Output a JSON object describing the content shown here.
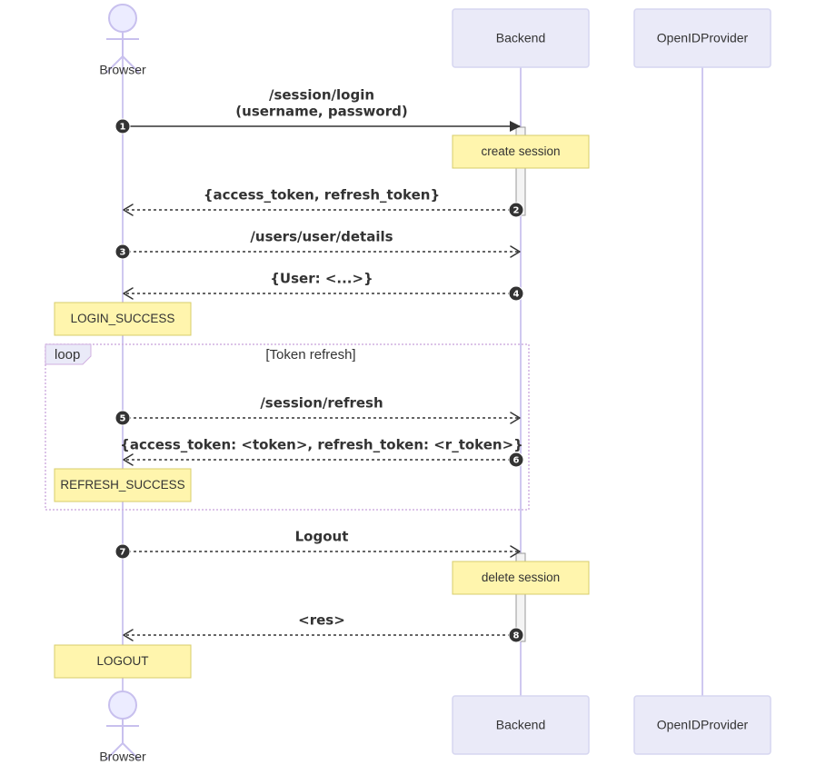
{
  "participants": {
    "browser": {
      "label": "Browser",
      "kind": "actor-icon"
    },
    "backend": {
      "label": "Backend"
    },
    "openid": {
      "label": "OpenIDProvider"
    }
  },
  "messages": [
    {
      "number": "1",
      "lines": [
        "/session/login",
        "(username, password)"
      ],
      "from": "browser",
      "to": "backend",
      "style": "solid"
    },
    {
      "number": "2",
      "lines": [
        "{access_token, refresh_token}"
      ],
      "from": "backend",
      "to": "browser",
      "style": "dashed"
    },
    {
      "number": "3",
      "lines": [
        "/users/user/details"
      ],
      "from": "browser",
      "to": "backend",
      "style": "dashed"
    },
    {
      "number": "4",
      "lines": [
        "{User: <...>}"
      ],
      "from": "backend",
      "to": "browser",
      "style": "dashed"
    },
    {
      "number": "5",
      "lines": [
        "/session/refresh"
      ],
      "from": "browser",
      "to": "backend",
      "style": "dashed"
    },
    {
      "number": "6",
      "lines": [
        "{access_token: <token>, refresh_token: <r_token>}"
      ],
      "from": "backend",
      "to": "browser",
      "style": "dashed"
    },
    {
      "number": "7",
      "lines": [
        "Logout"
      ],
      "from": "browser",
      "to": "backend",
      "style": "dashed"
    },
    {
      "number": "8",
      "lines": [
        "<res>"
      ],
      "from": "backend",
      "to": "browser",
      "style": "dashed"
    }
  ],
  "notes": [
    {
      "text": "create session",
      "over": "backend"
    },
    {
      "text": "LOGIN_SUCCESS",
      "over": "browser"
    },
    {
      "text": "REFRESH_SUCCESS",
      "over": "browser"
    },
    {
      "text": "delete session",
      "over": "backend"
    },
    {
      "text": "LOGOUT",
      "over": "browser"
    }
  ],
  "loop": {
    "keyword": "loop",
    "condition": "[Token refresh]"
  },
  "colors": {
    "participant_fill": "#eaeaf8",
    "participant_stroke": "#d6d6f0",
    "lifeline": "#cfc8f0",
    "actor_fill": "#ececff",
    "actor_stroke": "#c8c0ee",
    "note_fill": "#fff5ad",
    "note_stroke": "#d7cd6b",
    "activation_fill": "#f4f4f4",
    "activation_stroke": "#999999",
    "arrow": "#333333",
    "badge": "#333333",
    "loop_border": "#d0b0e0"
  }
}
